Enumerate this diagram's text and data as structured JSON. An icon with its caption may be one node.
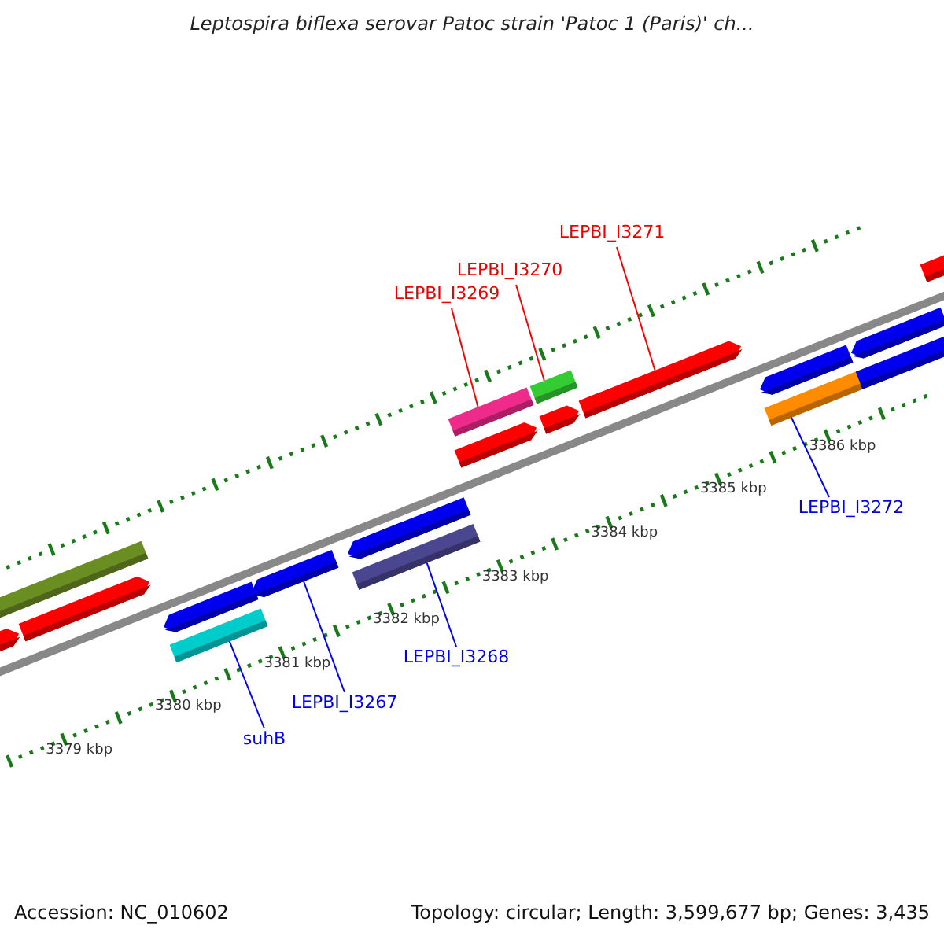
{
  "diagram": {
    "title": "Leptospira biflexa serovar Patoc strain 'Patoc 1 (Paris)' ch...",
    "nodes": [
      {
        "text": [
          "LEPBI_I3271"
        ]
      },
      {
        "text": [
          "LEPBI_I3270"
        ]
      },
      {
        "text": [
          "LEPBI_I3269"
        ]
      },
      {
        "text": [
          "LEPBI_I3272"
        ]
      },
      {
        "text": [
          "LEPBI_I3268"
        ]
      },
      {
        "text": [
          "LEPBI_I3267"
        ]
      },
      {
        "text": [
          "suhB"
        ]
      },
      {
        "text": [],
        "shape": "bar"
      },
      {
        "text": [],
        "shape": "bar"
      },
      {
        "text": [],
        "shape": "bar"
      },
      {
        "text": [],
        "shape": "bar"
      },
      {
        "text": [],
        "shape": "bar"
      },
      {
        "text": [],
        "shape": "bar"
      },
      {
        "text": [],
        "shape": "bar"
      },
      {
        "text": [],
        "shape": "bar"
      },
      {
        "text": [],
        "shape": "bar"
      },
      {
        "text": [],
        "shape": "bar"
      },
      {
        "text": [],
        "shape": "bar"
      },
      {
        "text": [],
        "shape": "bar"
      },
      {
        "text": [],
        "shape": "bar"
      },
      {
        "text": [],
        "shape": "bar"
      },
      {
        "text": [],
        "shape": "bar"
      },
      {
        "text": [],
        "shape": "bar"
      },
      {
        "text": [],
        "shape": "bar"
      },
      {
        "text": [],
        "shape": "bar"
      }
    ],
    "edges": [
      {
        "from": 0,
        "to": 19,
        "arrow": "none",
        "color": "#ff0000"
      },
      {
        "from": 1,
        "to": 17,
        "arrow": "none",
        "color": "#ff0000"
      },
      {
        "from": 2,
        "to": 15,
        "arrow": "none",
        "color": "#ff0000"
      },
      {
        "from": 3,
        "to": 21,
        "arrow": "none"
      },
      {
        "from": 4,
        "to": 14,
        "arrow": "none"
      },
      {
        "from": 5,
        "to": 12,
        "arrow": "none"
      },
      {
        "from": 6,
        "to": 11,
        "arrow": "none"
      }
    ],
    "labels": [
      "3379 kbp",
      "3380 kbp",
      "3381 kbp",
      "3382 kbp",
      "3383 kbp",
      "3384 kbp",
      "3385 kbp",
      "3386 kbp",
      "Accession: NC_010602",
      "Topology: circular; Length: 3,599,677 bp; Genes: 3,435"
    ]
  }
}
